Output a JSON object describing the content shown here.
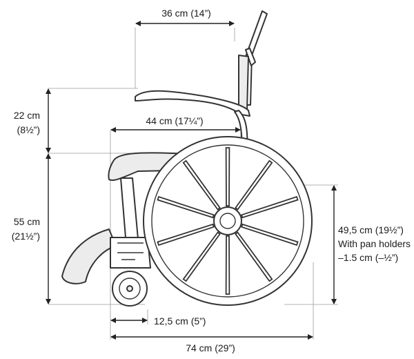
{
  "dimensions": {
    "seat_width": "36 cm (14”)",
    "backrest_height_cm": "22 cm",
    "backrest_height_in": "(8½”)",
    "seat_depth": "44 cm (17¼”)",
    "seat_height_cm": "55 cm",
    "seat_height_in": "(21½”)",
    "armrest_height_line1": "49,5 cm (19½”)",
    "armrest_height_line2": "With pan holders",
    "armrest_height_line3": "–1.5 cm (–½”)",
    "caster_offset": "12,5 cm (5”)",
    "total_length": "74 cm (29”)"
  }
}
